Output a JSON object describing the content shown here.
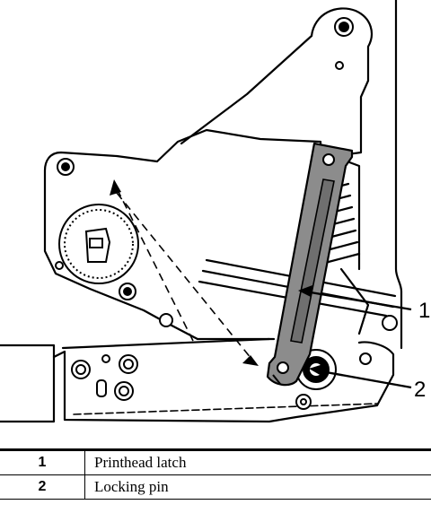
{
  "callouts": [
    {
      "number": "1",
      "description": "Printhead latch"
    },
    {
      "number": "2",
      "description": "Locking pin"
    }
  ]
}
